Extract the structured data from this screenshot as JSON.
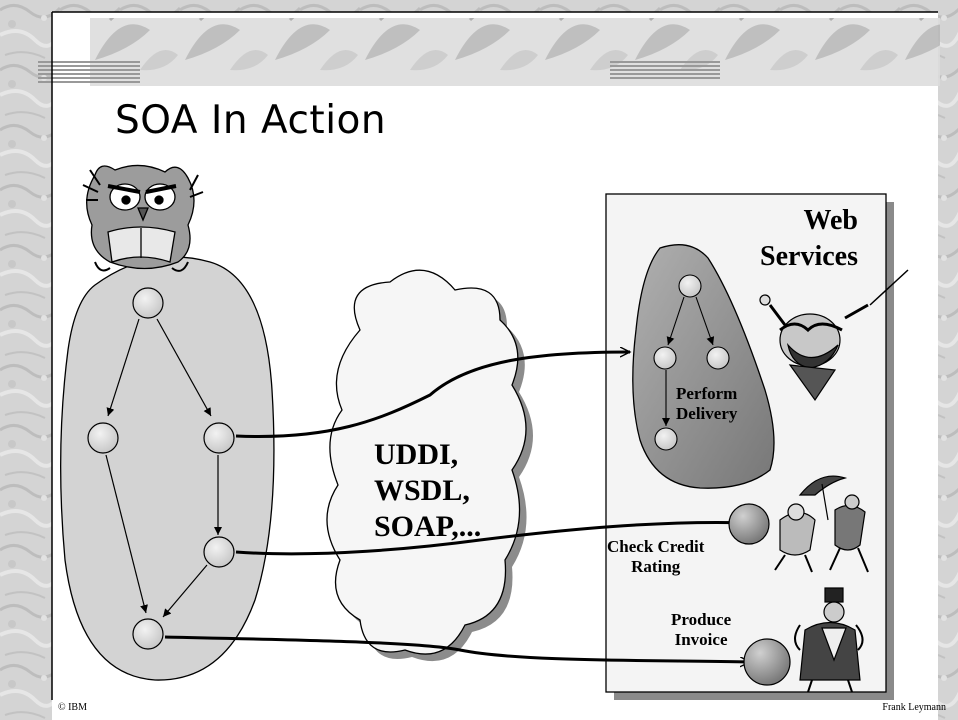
{
  "slide": {
    "title": "SOA In Action",
    "footer_left": "© IBM",
    "footer_right": "Frank Leymann"
  },
  "cloud": {
    "lines": [
      "UDDI,",
      "WSDL,",
      "SOAP,..."
    ]
  },
  "web_services": {
    "title_lines": [
      "Web",
      "Services"
    ]
  },
  "services": {
    "perform_delivery": [
      "Perform",
      "Delivery"
    ],
    "check_credit": [
      "Check Credit",
      "Rating"
    ],
    "produce_invoice": [
      "Produce",
      "Invoice"
    ]
  },
  "icons": [
    "owl-reading-icon",
    "cartoon-man-icon",
    "umbrella-men-icon",
    "cartoon-tuxedo-man-icon"
  ]
}
